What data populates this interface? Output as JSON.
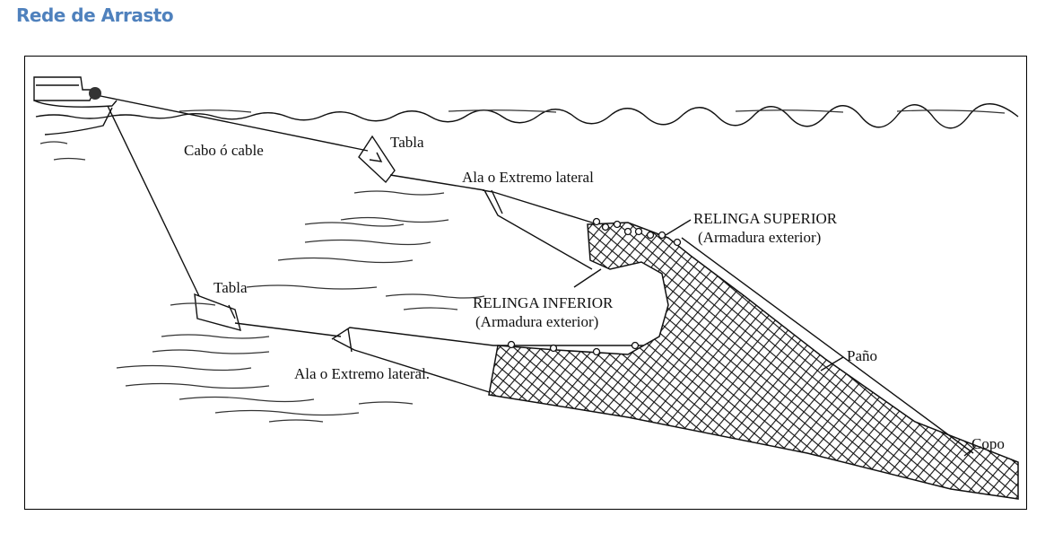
{
  "title": "Rede de Arrasto",
  "labels": {
    "tabla_upper": "Tabla",
    "cable": "Cabo ó cable",
    "wing_upper": "Ala o Extremo lateral",
    "relinga_superior": "RELINGA SUPERIOR",
    "relinga_superior_sub": "(Armadura exterior)",
    "relinga_inferior": "RELINGA INFERIOR",
    "relinga_inferior_sub": "(Armadura exterior)",
    "tabla_lower": "Tabla",
    "wing_lower": "Ala o Extremo lateral.",
    "pano": "Paño",
    "copo": "Copo"
  }
}
